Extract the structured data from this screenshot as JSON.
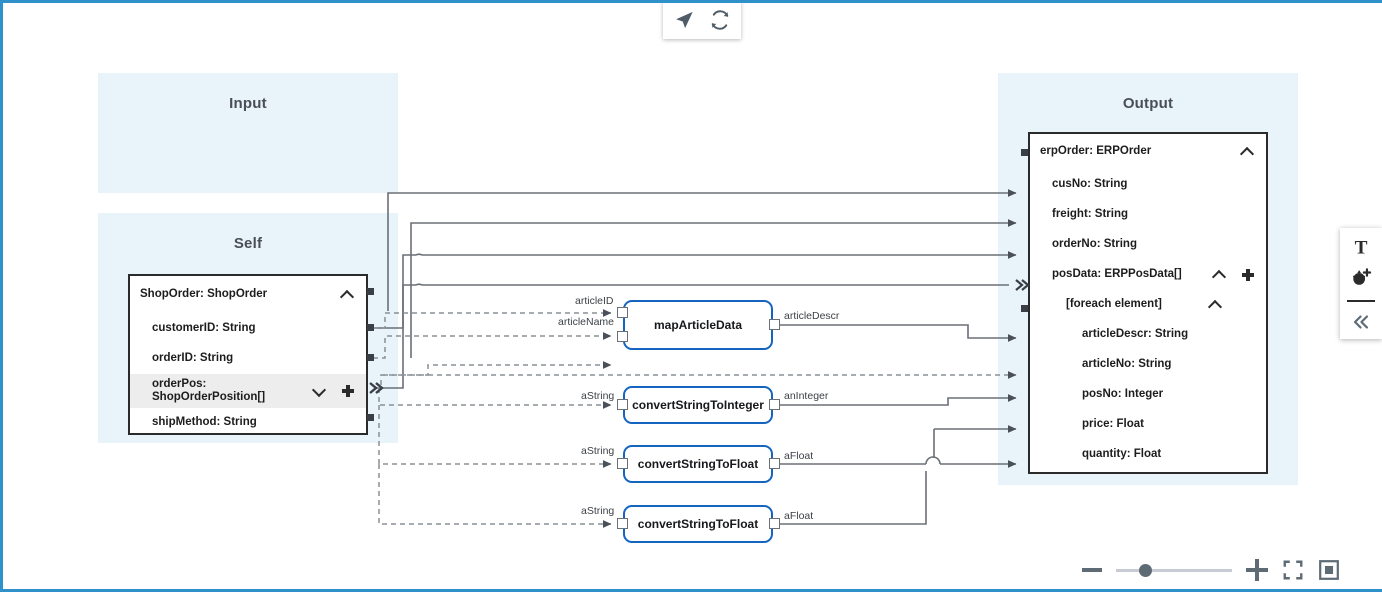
{
  "canvas": {
    "border_color": "#2e91c9",
    "lane_bg": "#e9f3fa",
    "node_border": "#2b2b2b",
    "function_border": "#1565c0",
    "wire_color": "#6b7077"
  },
  "toolbar_top": {
    "icons": [
      {
        "name": "send-icon",
        "glyph": "send"
      },
      {
        "name": "refresh-icon",
        "glyph": "refresh"
      }
    ]
  },
  "toolbar_right": {
    "icons": [
      {
        "name": "text-tool-icon",
        "glyph": "T"
      },
      {
        "name": "add-node-icon",
        "glyph": "node-plus"
      },
      {
        "name": "collapse-panel-icon",
        "glyph": "chevrons-left"
      }
    ]
  },
  "zoom_controls": {
    "zoom_out_label": "−",
    "zoom_in_label": "+",
    "slider_position_percent": 25,
    "fullscreen_name": "fullscreen-icon",
    "fit_to_screen_name": "fit-to-screen-icon"
  },
  "lanes": [
    {
      "title": "Input"
    },
    {
      "title": "Self"
    },
    {
      "title": "Output"
    }
  ],
  "self_node": {
    "header": "ShopOrder: ShopOrder",
    "rows": [
      {
        "label": "customerID: String",
        "indent": 1,
        "highlight": false,
        "chevron": null,
        "plus": false
      },
      {
        "label": "orderID: String",
        "indent": 1,
        "highlight": false,
        "chevron": null,
        "plus": false
      },
      {
        "label": "orderPos:\nShopOrderPosition[]",
        "indent": 1,
        "highlight": true,
        "chevron": "down",
        "plus": true
      },
      {
        "label": "shipMethod: String",
        "indent": 1,
        "highlight": false,
        "chevron": null,
        "plus": false
      }
    ]
  },
  "output_node": {
    "header": "erpOrder: ERPOrder",
    "rows": [
      {
        "label": "cusNo: String",
        "indent": 1,
        "highlight": false,
        "chevron": null,
        "plus": false
      },
      {
        "label": "freight: String",
        "indent": 1,
        "highlight": false,
        "chevron": null,
        "plus": false
      },
      {
        "label": "orderNo: String",
        "indent": 1,
        "highlight": false,
        "chevron": null,
        "plus": false
      },
      {
        "label": "posData: ERPPosData[]",
        "indent": 1,
        "highlight": false,
        "chevron": "up",
        "plus": true
      },
      {
        "label": "[foreach element]",
        "indent": 2,
        "highlight": false,
        "chevron": "up",
        "plus": false
      },
      {
        "label": "articleDescr: String",
        "indent": 3,
        "highlight": false,
        "chevron": null,
        "plus": false
      },
      {
        "label": "articleNo: String",
        "indent": 3,
        "highlight": false,
        "chevron": null,
        "plus": false
      },
      {
        "label": "posNo: Integer",
        "indent": 3,
        "highlight": false,
        "chevron": null,
        "plus": false
      },
      {
        "label": "price: Float",
        "indent": 3,
        "highlight": false,
        "chevron": null,
        "plus": false
      },
      {
        "label": "quantity: Float",
        "indent": 3,
        "highlight": false,
        "chevron": null,
        "plus": false
      }
    ]
  },
  "function_nodes": [
    {
      "title": "mapArticleData",
      "inputs": [
        "articleID",
        "articleName"
      ],
      "outputs": [
        "articleDescr"
      ]
    },
    {
      "title": "convertStringToInteger",
      "inputs": [
        "aString"
      ],
      "outputs": [
        "anInteger"
      ]
    },
    {
      "title": "convertStringToFloat",
      "inputs": [
        "aString"
      ],
      "outputs": [
        "aFloat"
      ]
    },
    {
      "title": "convertStringToFloat",
      "inputs": [
        "aString"
      ],
      "outputs": [
        "aFloat"
      ]
    }
  ]
}
